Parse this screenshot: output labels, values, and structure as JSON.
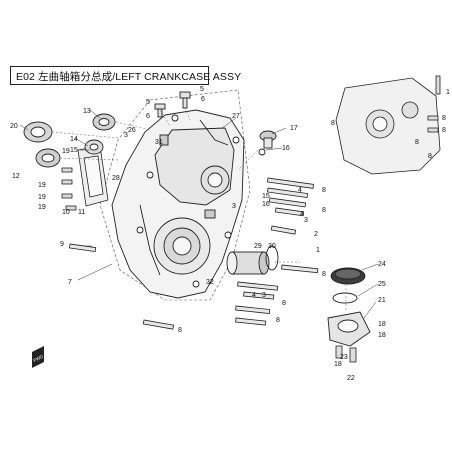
{
  "title": "E02 左曲轴箱分总成/LEFT CRANKCASE ASSY",
  "fwd_label": "FWD",
  "callouts": [
    "1",
    "2",
    "3",
    "4",
    "5",
    "6",
    "7",
    "8",
    "9",
    "10",
    "11",
    "12",
    "13",
    "14",
    "15",
    "16",
    "17",
    "18",
    "19",
    "20",
    "21",
    "22",
    "23",
    "24",
    "25",
    "26",
    "27",
    "28",
    "29",
    "30",
    "31",
    "32"
  ],
  "colors": {
    "line": "#222222",
    "part_fill": "#f2f2f2",
    "shade": "#8a8a8a",
    "label": "#111111"
  }
}
